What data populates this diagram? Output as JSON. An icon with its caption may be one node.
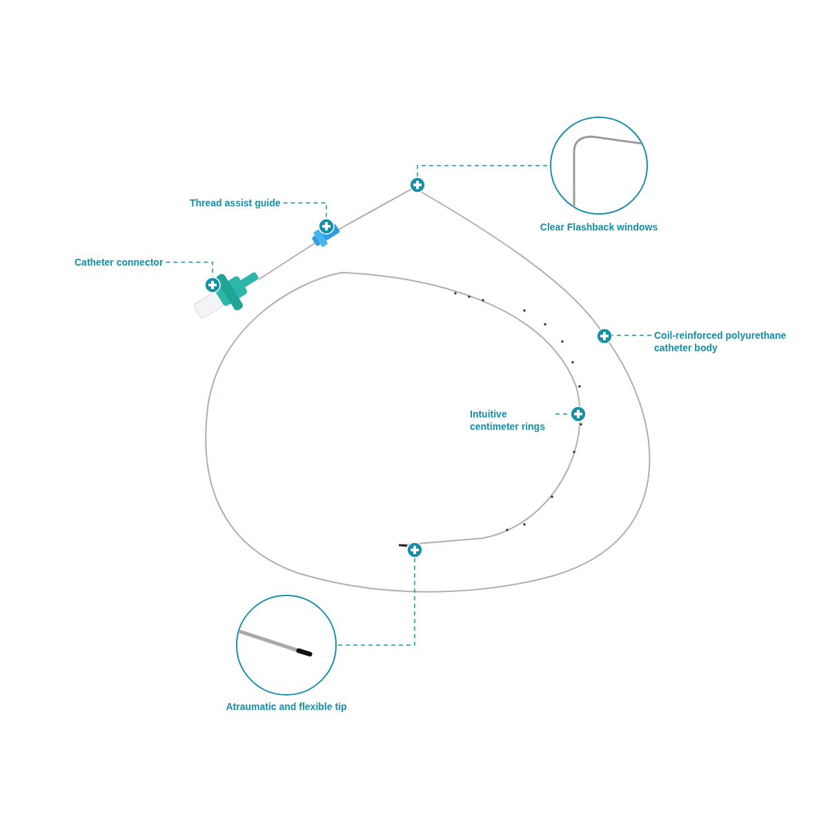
{
  "diagram": {
    "nodes": [
      {
        "text": [
          "Thread assist guide"
        ]
      },
      {
        "text": [],
        "shape": "circle"
      },
      {
        "text": [
          "Catheter connector"
        ]
      },
      {
        "text": [],
        "shape": "circle"
      },
      {
        "text": [],
        "shape": "circle"
      },
      {
        "text": [
          "Clear Flashback windows"
        ]
      },
      {
        "text": [
          "Coil-reinforced polyurethane catheter body"
        ]
      },
      {
        "text": [],
        "shape": "circle"
      },
      {
        "text": [
          "Intuitive centimeter rings"
        ]
      },
      {
        "text": [],
        "shape": "circle"
      },
      {
        "text": [],
        "shape": "circle"
      },
      {
        "text": [
          "Atraumatic and flexible tip"
        ]
      }
    ],
    "edges": [
      {
        "from": 0,
        "to": 1,
        "arrow": "none",
        "style": "dashed"
      },
      {
        "from": 2,
        "to": 3,
        "arrow": "none",
        "style": "dashed"
      },
      {
        "from": 4,
        "to": 5,
        "arrow": "none",
        "style": "dashed"
      },
      {
        "from": 6,
        "to": 7,
        "arrow": "none",
        "style": "dashed"
      },
      {
        "from": 8,
        "to": 9,
        "arrow": "none",
        "style": "dashed"
      },
      {
        "from": 10,
        "to": 11,
        "arrow": "none",
        "style": "dashed"
      }
    ]
  }
}
